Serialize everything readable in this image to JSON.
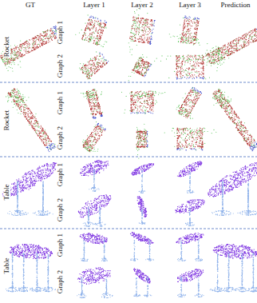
{
  "diagram": {
    "labels": [
      "GT",
      "Layer 1",
      "Layer 2",
      "Layer 3",
      "Prediction",
      "Rocket",
      "Graph 1",
      "Graph 2",
      "Rocket",
      "Graph 1",
      "Graph 2",
      "Table",
      "Graph 1",
      "Graph 2",
      "Table",
      "Graph 1",
      "Graph 2"
    ]
  }
}
